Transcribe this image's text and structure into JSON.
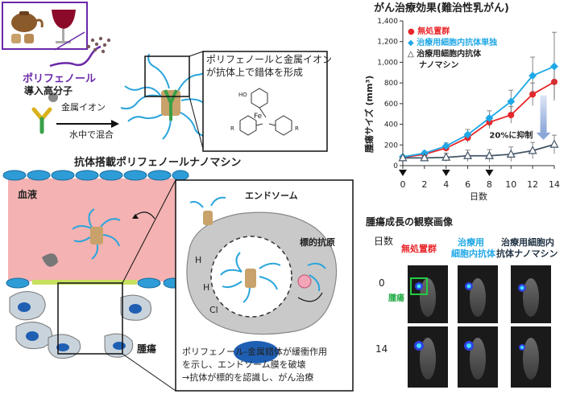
{
  "colors": {
    "untreated": "#e8262a",
    "antibody_only": "#20a8e6",
    "nanomachine": "#445566",
    "polyphenol_label": "#6a28a8",
    "blood": "#f4b2b2",
    "endothelium": "#2e9cd6",
    "tumor_label": "#22aa44"
  },
  "top_left": {
    "polyphenol": "ポリフェノール",
    "polymer": "導入高分子",
    "metal_ion": "金属イオン",
    "mixing": "水中で混合",
    "complex_note_line1": "ポリフェノールと金属イオン",
    "complex_note_line2": "が抗体上で錯体を形成",
    "atom_metal": "Fe",
    "atom_oh": "HO",
    "atom_r": "R"
  },
  "bottom_left": {
    "title": "抗体搭載ポリフェノールナノマシン",
    "blood": "血液",
    "tumor": "腫瘍",
    "endosome": "エンドソーム",
    "target_antigen": "標的抗原",
    "proton": "H",
    "chloride": "Cl",
    "desc_line1": "ポリフェノール-金属錯体が緩衝作用",
    "desc_line2": "を示し、エンドソーム膜を破壊",
    "desc_line3": "→抗体が標的を認識し、がん治療"
  },
  "chart_data": {
    "type": "line",
    "title": "がん治療効果(難治性乳がん)",
    "ylabel": "腫瘍サイズ (mm³)",
    "xlabel": "日数",
    "x": [
      0,
      2,
      4,
      6,
      8,
      10,
      12,
      14
    ],
    "ylim": [
      0,
      1400
    ],
    "yticks": [
      0,
      200,
      400,
      600,
      800,
      1000,
      1200,
      1400
    ],
    "ytick_labels": [
      "0",
      "200",
      "400",
      "600",
      "800",
      "1,000",
      "1,200",
      "1,400"
    ],
    "dose_days": [
      0,
      4,
      8
    ],
    "series": [
      {
        "name": "無処置群",
        "marker": "●",
        "values": [
          80,
          110,
          170,
          270,
          420,
          490,
          690,
          810
        ],
        "err": [
          12,
          20,
          30,
          45,
          60,
          80,
          110,
          160
        ]
      },
      {
        "name": "治療用細胞内抗体単独",
        "marker": "◆",
        "values": [
          85,
          120,
          190,
          300,
          460,
          620,
          870,
          960
        ],
        "err": [
          12,
          20,
          30,
          50,
          70,
          110,
          180,
          330
        ]
      },
      {
        "name": "治療用細胞内抗体ナノマシン",
        "marker": "△",
        "values": [
          75,
          75,
          80,
          95,
          95,
          110,
          145,
          205
        ],
        "err": [
          10,
          15,
          40,
          55,
          60,
          70,
          80,
          90
        ]
      }
    ],
    "legend": [
      "● 無処置群",
      "◆ 治療用細胞内抗体単独",
      "△ 治療用細胞内抗体"
    ],
    "legend_line4": "ナノマシン",
    "annotation": "20%に抑制"
  },
  "imaging": {
    "title": "腫瘍成長の観察画像",
    "day_header": "日数",
    "col1": "無処置群",
    "col2a": "治療用",
    "col2b": "細胞内抗体",
    "col3a": "治療用細胞内",
    "col3b": "抗体ナノマシン",
    "day0": "0",
    "day14": "14",
    "tumor_label": "腫瘍"
  }
}
